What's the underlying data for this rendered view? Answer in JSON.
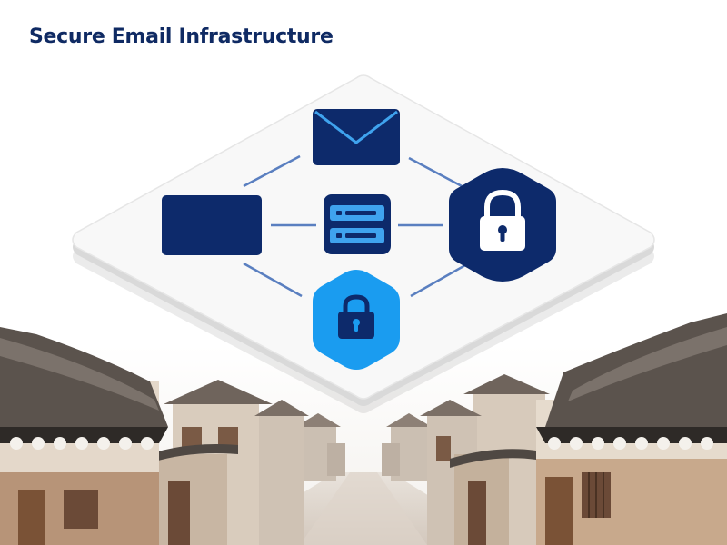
{
  "title": "Secure Email Infrastructure",
  "diagram": {
    "nodes": [
      {
        "id": "email",
        "icon": "envelope-icon"
      },
      {
        "id": "client",
        "icon": "blank-panel-icon"
      },
      {
        "id": "server",
        "icon": "server-icon"
      },
      {
        "id": "secure-gateway",
        "icon": "padlock-icon"
      },
      {
        "id": "encryption",
        "icon": "padlock-icon"
      }
    ],
    "edges": [
      [
        "client",
        "email"
      ],
      [
        "client",
        "server"
      ],
      [
        "server",
        "secure-gateway"
      ],
      [
        "email",
        "secure-gateway"
      ],
      [
        "client",
        "encryption"
      ],
      [
        "encryption",
        "secure-gateway"
      ]
    ]
  },
  "colors": {
    "navy": "#0d2a6b",
    "bright_blue": "#1a9cf0",
    "connector": "#5a7fc0",
    "platform": "#f7f7f7",
    "platform_edge": "#d9d9d9"
  }
}
